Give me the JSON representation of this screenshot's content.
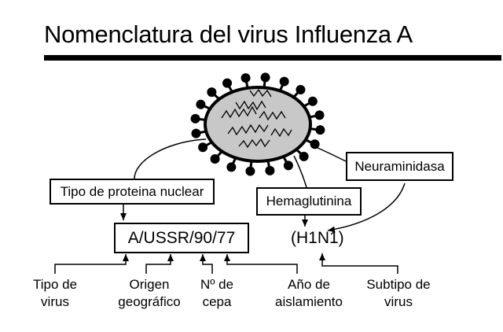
{
  "title": "Nomenclatura del virus Influenza A",
  "boxes": {
    "nuclear_protein": "Tipo de proteina nuclear",
    "neuraminidase": "Neuraminidasa",
    "hemagglutinin": "Hemaglutinina",
    "strain_code": "A/USSR/90/77"
  },
  "subtype_code": "(H1N1)",
  "labels": {
    "virus_type": [
      "Tipo de",
      "virus"
    ],
    "geographic_origin": [
      "Origen",
      "geográfico"
    ],
    "strain_number": [
      "Nº de",
      "cepa"
    ],
    "isolation_year": [
      "Año de",
      "aislamiento"
    ],
    "virus_subtype": [
      "Subtipo de",
      "virus"
    ]
  },
  "colors": {
    "ink": "#000000",
    "virus_fill": "#c8c8c8",
    "background": "#ffffff"
  }
}
